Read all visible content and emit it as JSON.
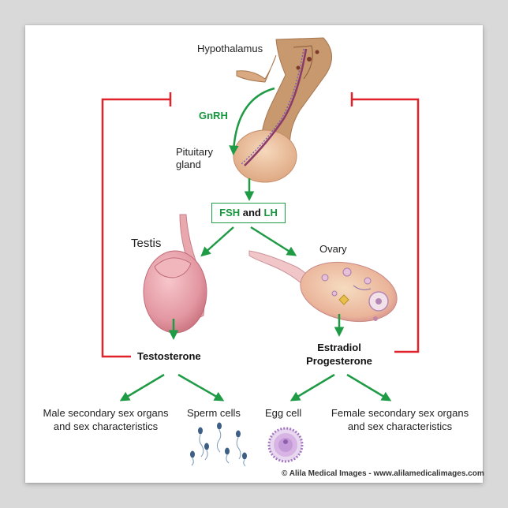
{
  "labels": {
    "hypothalamus": "Hypothalamus",
    "gnrh": "GnRH",
    "pituitary_line1": "Pituitary",
    "pituitary_line2": "gland",
    "fsh": "FSH",
    "and": "and",
    "lh": "LH",
    "testis": "Testis",
    "ovary": "Ovary",
    "testosterone": "Testosterone",
    "estradiol": "Estradiol",
    "progesterone": "Progesterone",
    "male_line1": "Male secondary sex organs",
    "male_line2": "and sex characteristics",
    "sperm": "Sperm cells",
    "egg": "Egg cell",
    "female_line1": "Female secondary sex organs",
    "female_line2": "and sex characteristics",
    "copyright": "© Alila Medical Images  -  www.alilamedicalimages.com"
  },
  "colors": {
    "arrow_green": "#1f9a45",
    "feedback_red": "#e0232b",
    "tissue_pink": "#e7a0a8",
    "gland_tan": "#e9bf99",
    "hypothalamus_brown": "#b98b63"
  }
}
